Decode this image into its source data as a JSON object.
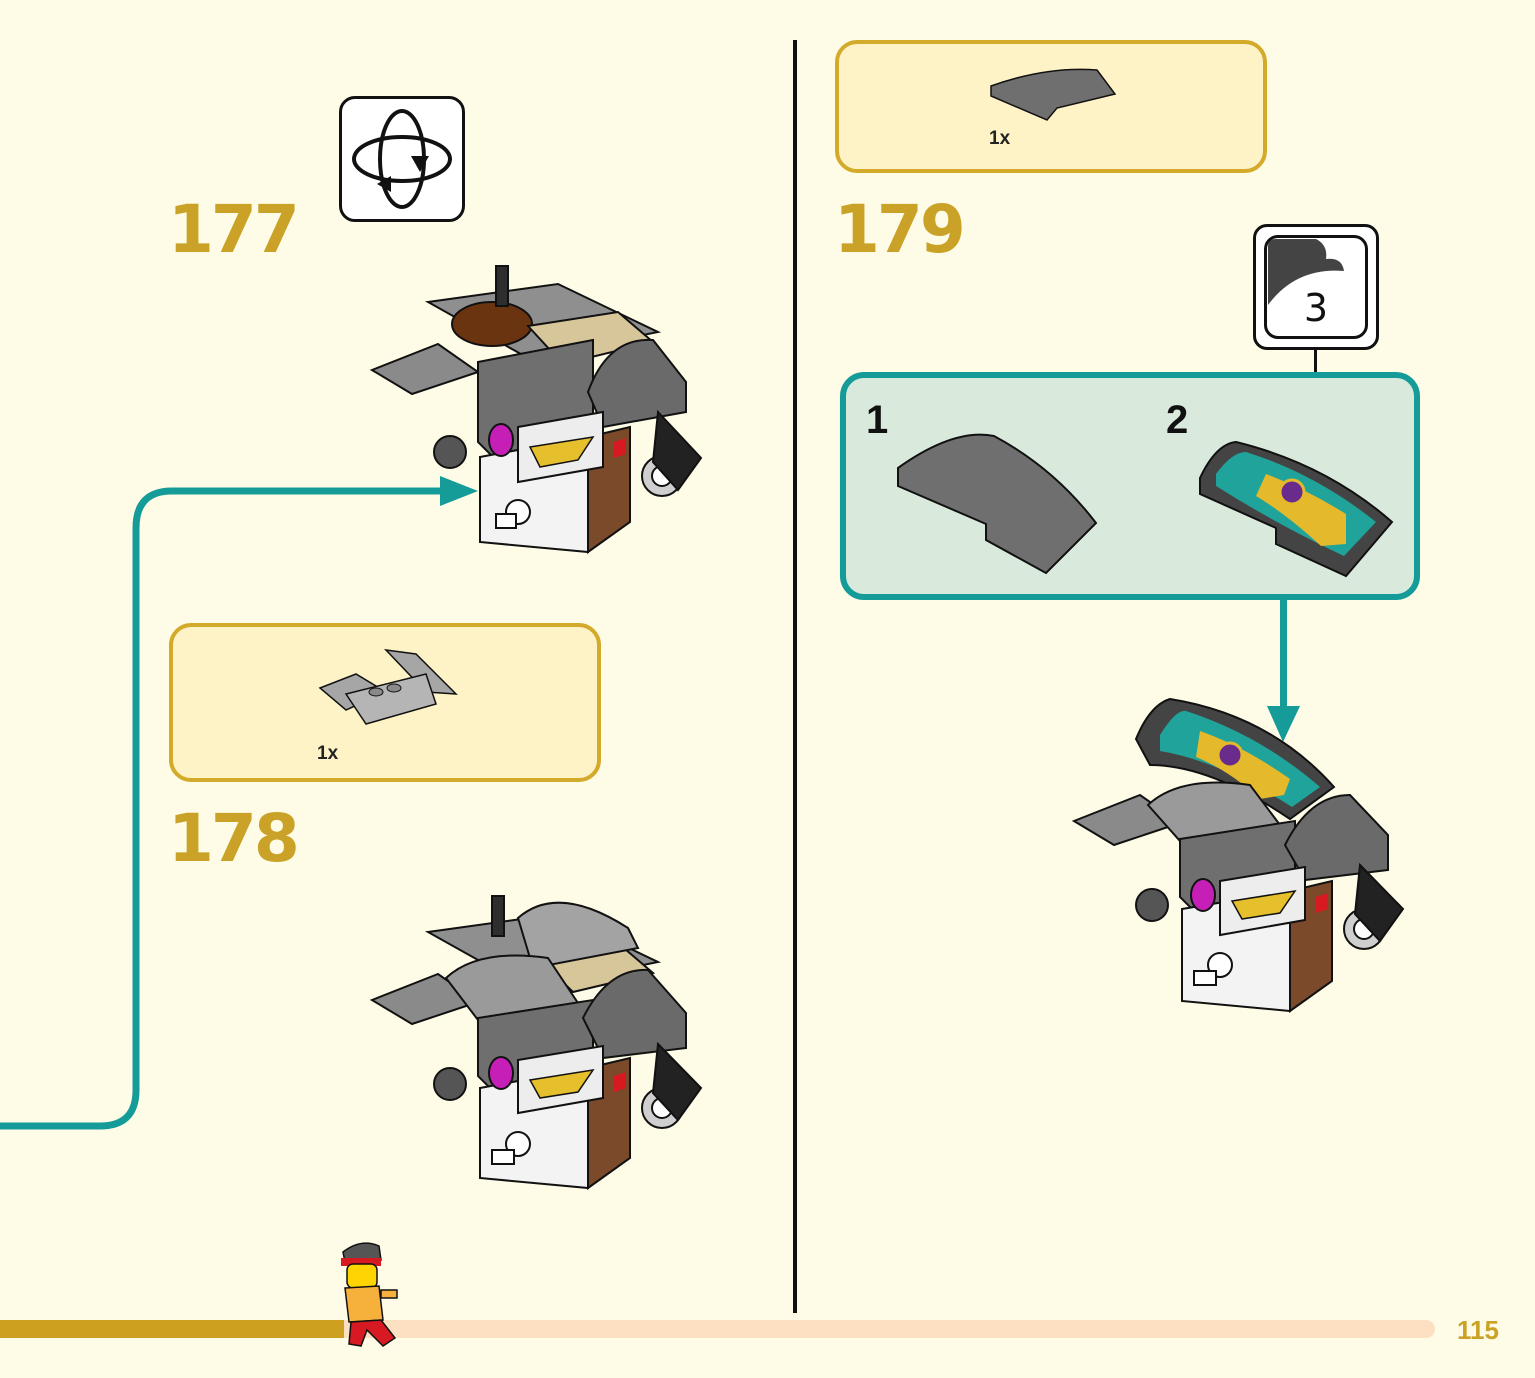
{
  "steps": {
    "step_177": {
      "number": "177"
    },
    "step_178": {
      "number": "178",
      "part_quantity": "1x"
    },
    "step_179": {
      "number": "179",
      "part_quantity": "1x",
      "sticker_sheet_number": "3",
      "sub_step_1": "1",
      "sub_step_2": "2"
    }
  },
  "page": {
    "number": "115",
    "progress_fraction": 0.24
  },
  "colors": {
    "background": "#FEFCE6",
    "accent_gold": "#C9A227",
    "callout_teal": "#159B98",
    "callout_fill": "#D9EADD",
    "progress_track": "#FDE0C2"
  },
  "icons": [
    "rotate-model-icon",
    "sticker-sheet-icon",
    "minifigure-runner-icon"
  ]
}
